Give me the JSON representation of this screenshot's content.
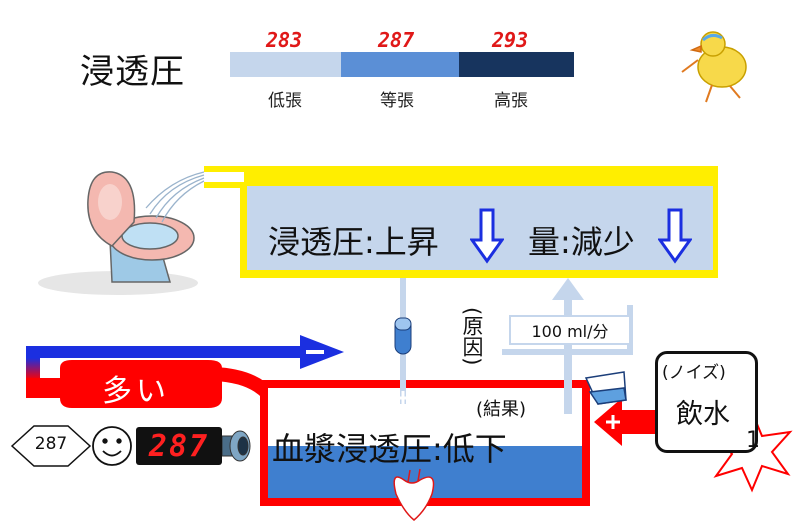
{
  "scale": {
    "title": "浸透圧",
    "segments": [
      {
        "value": "283",
        "label": "低張",
        "color": "#c5d6ec"
      },
      {
        "value": "287",
        "label": "等張",
        "color": "#5b8fd6"
      },
      {
        "value": "293",
        "label": "高張",
        "color": "#17345e"
      }
    ]
  },
  "urine": {
    "osmolality": "浸透圧:上昇",
    "volume": "量:減少"
  },
  "rate_label": "100 ml/分",
  "cause_label": "(原因)",
  "result_label": "(結果)",
  "plasma_label": "血漿浸透圧:低下",
  "many_label": "多い",
  "noise_label": "(ノイズ)",
  "drink_label": "飲水",
  "star_value": "1",
  "sensor": {
    "setpoint": "287",
    "reading": "287"
  },
  "colors": {
    "yellow": "#ffee00",
    "red": "#ff0000",
    "blue": "#1b2fe0",
    "light_blue": "#c5d6ec",
    "mid_blue": "#3f7fcf"
  }
}
